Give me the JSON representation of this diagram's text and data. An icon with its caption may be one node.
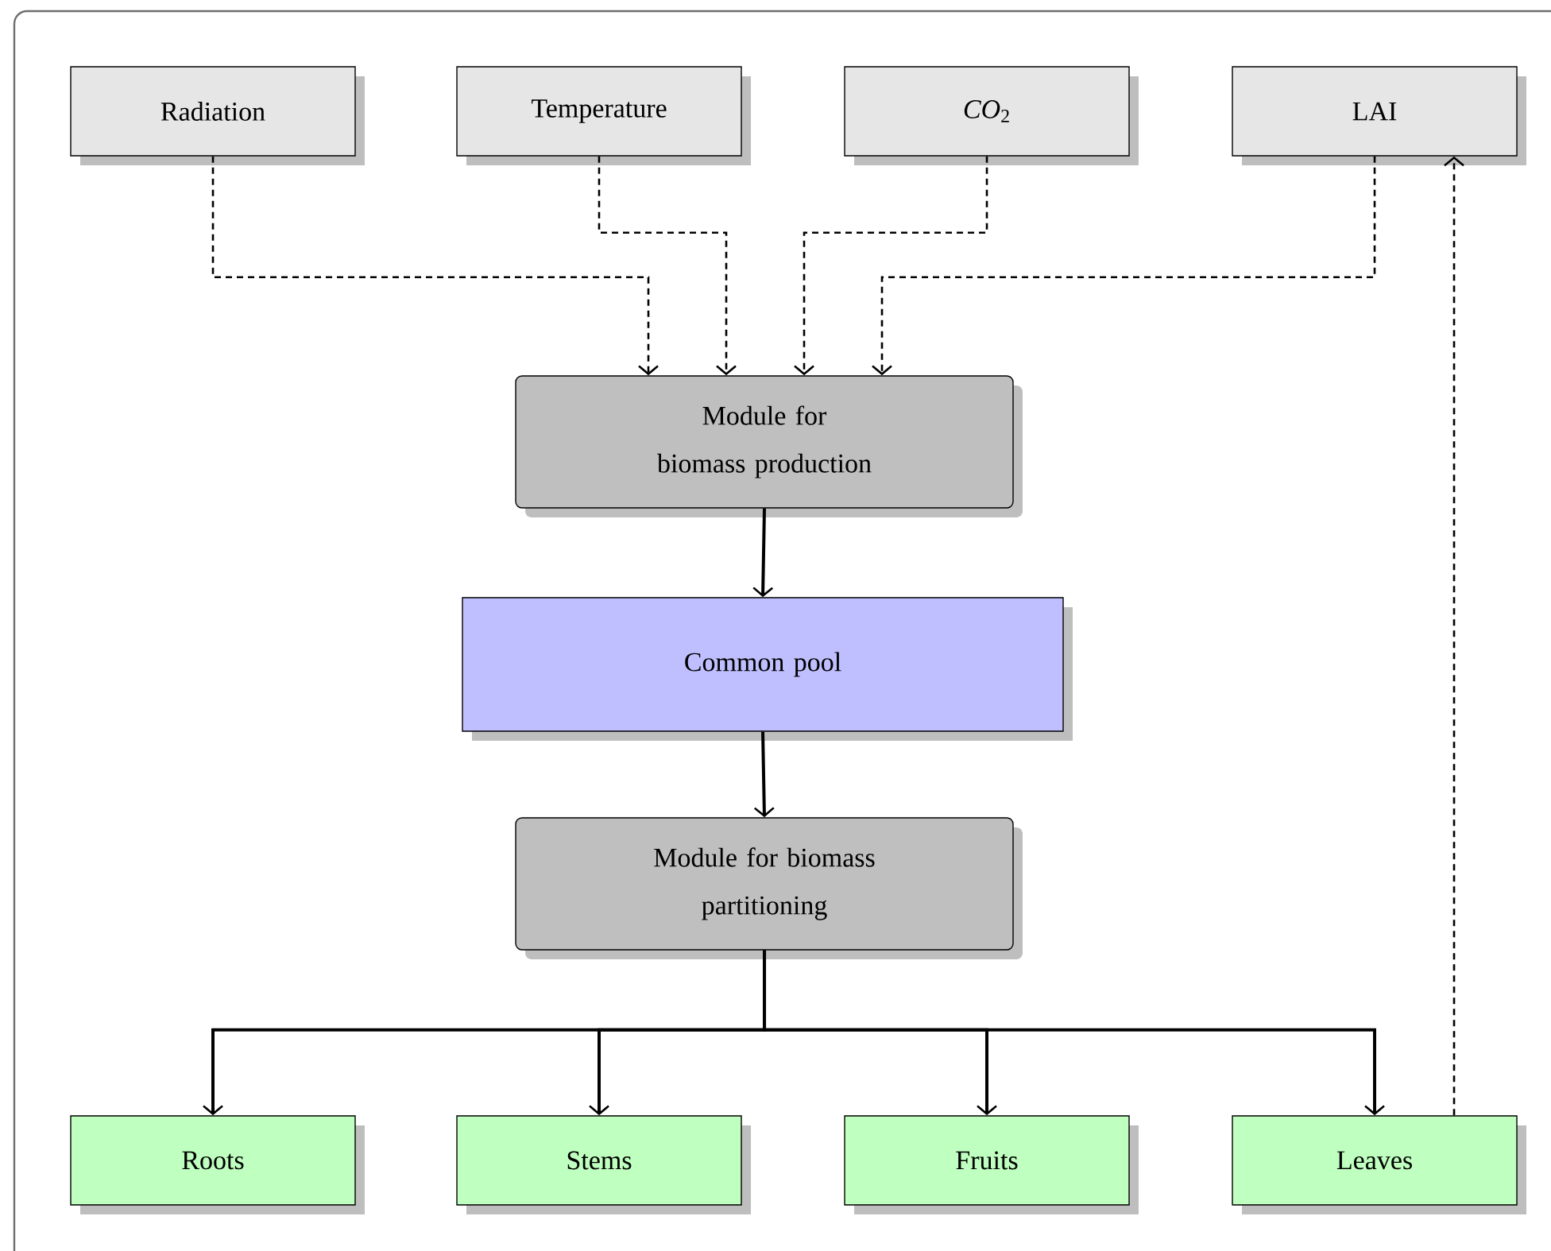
{
  "diagram": {
    "nodes": [
      {
        "text": [
          "Radiation"
        ]
      },
      {
        "text": [
          "Temperature"
        ]
      },
      {
        "text": [
          "*CO*$_{2}$"
        ]
      },
      {
        "text": [
          "LAI"
        ]
      },
      {
        "text": [
          "Module for biomass production"
        ]
      },
      {
        "text": [
          "Common pool"
        ]
      },
      {
        "text": [
          "Module for biomass partitioning"
        ]
      },
      {
        "text": [
          "Roots"
        ]
      },
      {
        "text": [
          "Stems"
        ]
      },
      {
        "text": [
          "Fruits"
        ]
      },
      {
        "text": [
          "Leaves"
        ]
      }
    ],
    "edges": [
      {
        "from": 0,
        "to": 4,
        "arrow": "to",
        "style": "dashed"
      },
      {
        "from": 1,
        "to": 4,
        "arrow": "to",
        "style": "dashed"
      },
      {
        "from": 2,
        "to": 4,
        "arrow": "to",
        "style": "dashed"
      },
      {
        "from": 3,
        "to": 4,
        "arrow": "to",
        "style": "dashed"
      },
      {
        "from": 4,
        "to": 5,
        "arrow": "to"
      },
      {
        "from": 5,
        "to": 6,
        "arrow": "to"
      },
      {
        "from": 6,
        "to": 7,
        "arrow": "to"
      },
      {
        "from": 6,
        "to": 8,
        "arrow": "to"
      },
      {
        "from": 6,
        "to": 9,
        "arrow": "to"
      },
      {
        "from": 6,
        "to": 10,
        "arrow": "to"
      },
      {
        "from": 10,
        "to": 3,
        "arrow": "to",
        "style": "dashed"
      }
    ]
  }
}
